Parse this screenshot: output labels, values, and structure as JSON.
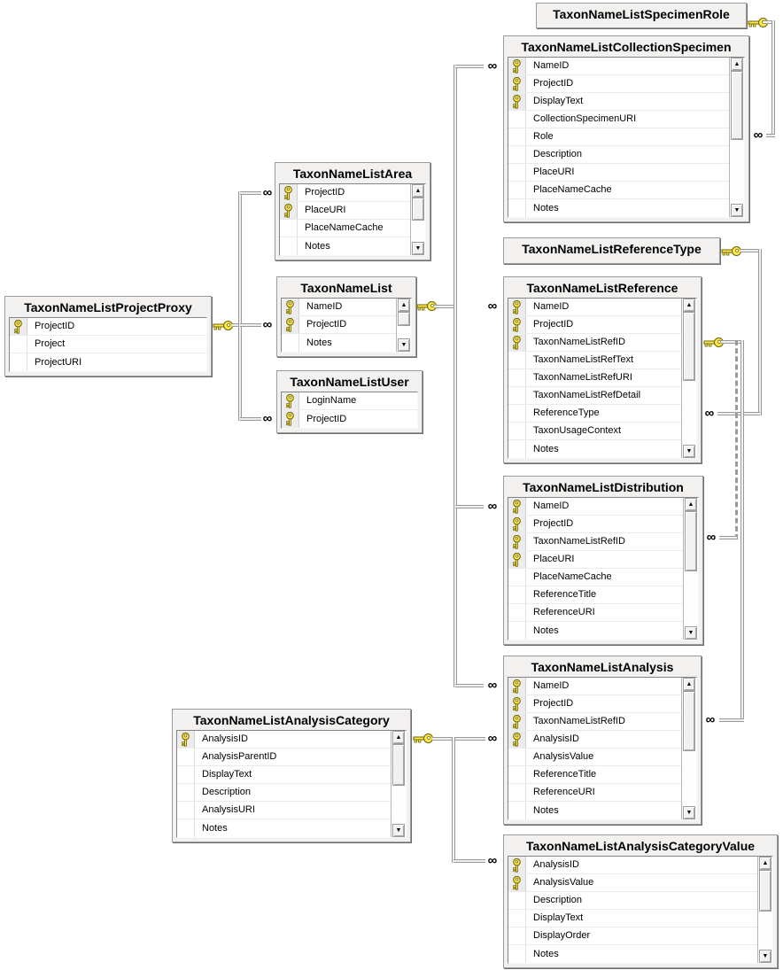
{
  "icons": {
    "infinity": "∞",
    "scroll_up": "▲",
    "scroll_down": "▼"
  },
  "colors": {
    "key_yellow": "#ffe94a",
    "line_gray": "#9a9a9a",
    "table_frame": "#f2f1ef"
  },
  "tables": [
    {
      "id": "specimen-role",
      "title": "TaxonNameListSpecimenRole",
      "scrollbar": false,
      "fields": []
    },
    {
      "id": "collection-specimen",
      "title": "TaxonNameListCollectionSpecimen",
      "scrollbar": true,
      "fields": [
        {
          "name": "NameID",
          "pk": true
        },
        {
          "name": "ProjectID",
          "pk": true
        },
        {
          "name": "DisplayText",
          "pk": true
        },
        {
          "name": "CollectionSpecimenURI",
          "pk": false
        },
        {
          "name": "Role",
          "pk": false
        },
        {
          "name": "Description",
          "pk": false
        },
        {
          "name": "PlaceURI",
          "pk": false
        },
        {
          "name": "PlaceNameCache",
          "pk": false
        },
        {
          "name": "Notes",
          "pk": false
        }
      ]
    },
    {
      "id": "area",
      "title": "TaxonNameListArea",
      "scrollbar": true,
      "fields": [
        {
          "name": "ProjectID",
          "pk": true
        },
        {
          "name": "PlaceURI",
          "pk": true
        },
        {
          "name": "PlaceNameCache",
          "pk": false
        },
        {
          "name": "Notes",
          "pk": false
        }
      ]
    },
    {
      "id": "taxon-name-list",
      "title": "TaxonNameList",
      "scrollbar": true,
      "fields": [
        {
          "name": "NameID",
          "pk": true
        },
        {
          "name": "ProjectID",
          "pk": true
        },
        {
          "name": "Notes",
          "pk": false
        }
      ]
    },
    {
      "id": "user",
      "title": "TaxonNameListUser",
      "scrollbar": false,
      "fields": [
        {
          "name": "LoginName",
          "pk": true
        },
        {
          "name": "ProjectID",
          "pk": true
        }
      ]
    },
    {
      "id": "project-proxy",
      "title": "TaxonNameListProjectProxy",
      "scrollbar": false,
      "fields": [
        {
          "name": "ProjectID",
          "pk": true
        },
        {
          "name": "Project",
          "pk": false
        },
        {
          "name": "ProjectURI",
          "pk": false
        }
      ]
    },
    {
      "id": "reference-type",
      "title": "TaxonNameListReferenceType",
      "scrollbar": false,
      "fields": []
    },
    {
      "id": "reference",
      "title": "TaxonNameListReference",
      "scrollbar": true,
      "fields": [
        {
          "name": "NameID",
          "pk": true
        },
        {
          "name": "ProjectID",
          "pk": true
        },
        {
          "name": "TaxonNameListRefID",
          "pk": true
        },
        {
          "name": "TaxonNameListRefText",
          "pk": false
        },
        {
          "name": "TaxonNameListRefURI",
          "pk": false
        },
        {
          "name": "TaxonNameListRefDetail",
          "pk": false
        },
        {
          "name": "ReferenceType",
          "pk": false
        },
        {
          "name": "TaxonUsageContext",
          "pk": false
        },
        {
          "name": "Notes",
          "pk": false
        }
      ]
    },
    {
      "id": "distribution",
      "title": "TaxonNameListDistribution",
      "scrollbar": true,
      "fields": [
        {
          "name": "NameID",
          "pk": true
        },
        {
          "name": "ProjectID",
          "pk": true
        },
        {
          "name": "TaxonNameListRefID",
          "pk": true
        },
        {
          "name": "PlaceURI",
          "pk": true
        },
        {
          "name": "PlaceNameCache",
          "pk": false
        },
        {
          "name": "ReferenceTitle",
          "pk": false
        },
        {
          "name": "ReferenceURI",
          "pk": false
        },
        {
          "name": "Notes",
          "pk": false
        }
      ]
    },
    {
      "id": "analysis",
      "title": "TaxonNameListAnalysis",
      "scrollbar": true,
      "fields": [
        {
          "name": "NameID",
          "pk": true
        },
        {
          "name": "ProjectID",
          "pk": true
        },
        {
          "name": "TaxonNameListRefID",
          "pk": true
        },
        {
          "name": "AnalysisID",
          "pk": true
        },
        {
          "name": "AnalysisValue",
          "pk": false
        },
        {
          "name": "ReferenceTitle",
          "pk": false
        },
        {
          "name": "ReferenceURI",
          "pk": false
        },
        {
          "name": "Notes",
          "pk": false
        }
      ]
    },
    {
      "id": "analysis-category",
      "title": "TaxonNameListAnalysisCategory",
      "scrollbar": true,
      "fields": [
        {
          "name": "AnalysisID",
          "pk": true
        },
        {
          "name": "AnalysisParentID",
          "pk": false
        },
        {
          "name": "DisplayText",
          "pk": false
        },
        {
          "name": "Description",
          "pk": false
        },
        {
          "name": "AnalysisURI",
          "pk": false
        },
        {
          "name": "Notes",
          "pk": false
        }
      ]
    },
    {
      "id": "analysis-category-value",
      "title": "TaxonNameListAnalysisCategoryValue",
      "scrollbar": true,
      "fields": [
        {
          "name": "AnalysisID",
          "pk": true
        },
        {
          "name": "AnalysisValue",
          "pk": true
        },
        {
          "name": "Description",
          "pk": false
        },
        {
          "name": "DisplayText",
          "pk": false
        },
        {
          "name": "DisplayOrder",
          "pk": false
        },
        {
          "name": "Notes",
          "pk": false
        }
      ]
    }
  ],
  "relationships": [
    {
      "from": "TaxonNameListProjectProxy",
      "to": "TaxonNameListArea",
      "line": "solid"
    },
    {
      "from": "TaxonNameListProjectProxy",
      "to": "TaxonNameList",
      "line": "solid"
    },
    {
      "from": "TaxonNameListProjectProxy",
      "to": "TaxonNameListUser",
      "line": "solid"
    },
    {
      "from": "TaxonNameList",
      "to": "TaxonNameListCollectionSpecimen",
      "line": "solid"
    },
    {
      "from": "TaxonNameList",
      "to": "TaxonNameListReference",
      "line": "solid"
    },
    {
      "from": "TaxonNameList",
      "to": "TaxonNameListDistribution",
      "line": "solid"
    },
    {
      "from": "TaxonNameList",
      "to": "TaxonNameListAnalysis",
      "line": "solid"
    },
    {
      "from": "TaxonNameListSpecimenRole",
      "to": "TaxonNameListCollectionSpecimen",
      "line": "solid"
    },
    {
      "from": "TaxonNameListReferenceType",
      "to": "TaxonNameListReference",
      "line": "solid"
    },
    {
      "from": "TaxonNameListReference",
      "to": "TaxonNameListDistribution",
      "line": "dashed"
    },
    {
      "from": "TaxonNameListReference",
      "to": "TaxonNameListAnalysis",
      "line": "solid"
    },
    {
      "from": "TaxonNameListAnalysisCategory",
      "to": "TaxonNameListAnalysis",
      "line": "solid"
    },
    {
      "from": "TaxonNameListAnalysisCategory",
      "to": "TaxonNameListAnalysisCategoryValue",
      "line": "solid"
    }
  ]
}
